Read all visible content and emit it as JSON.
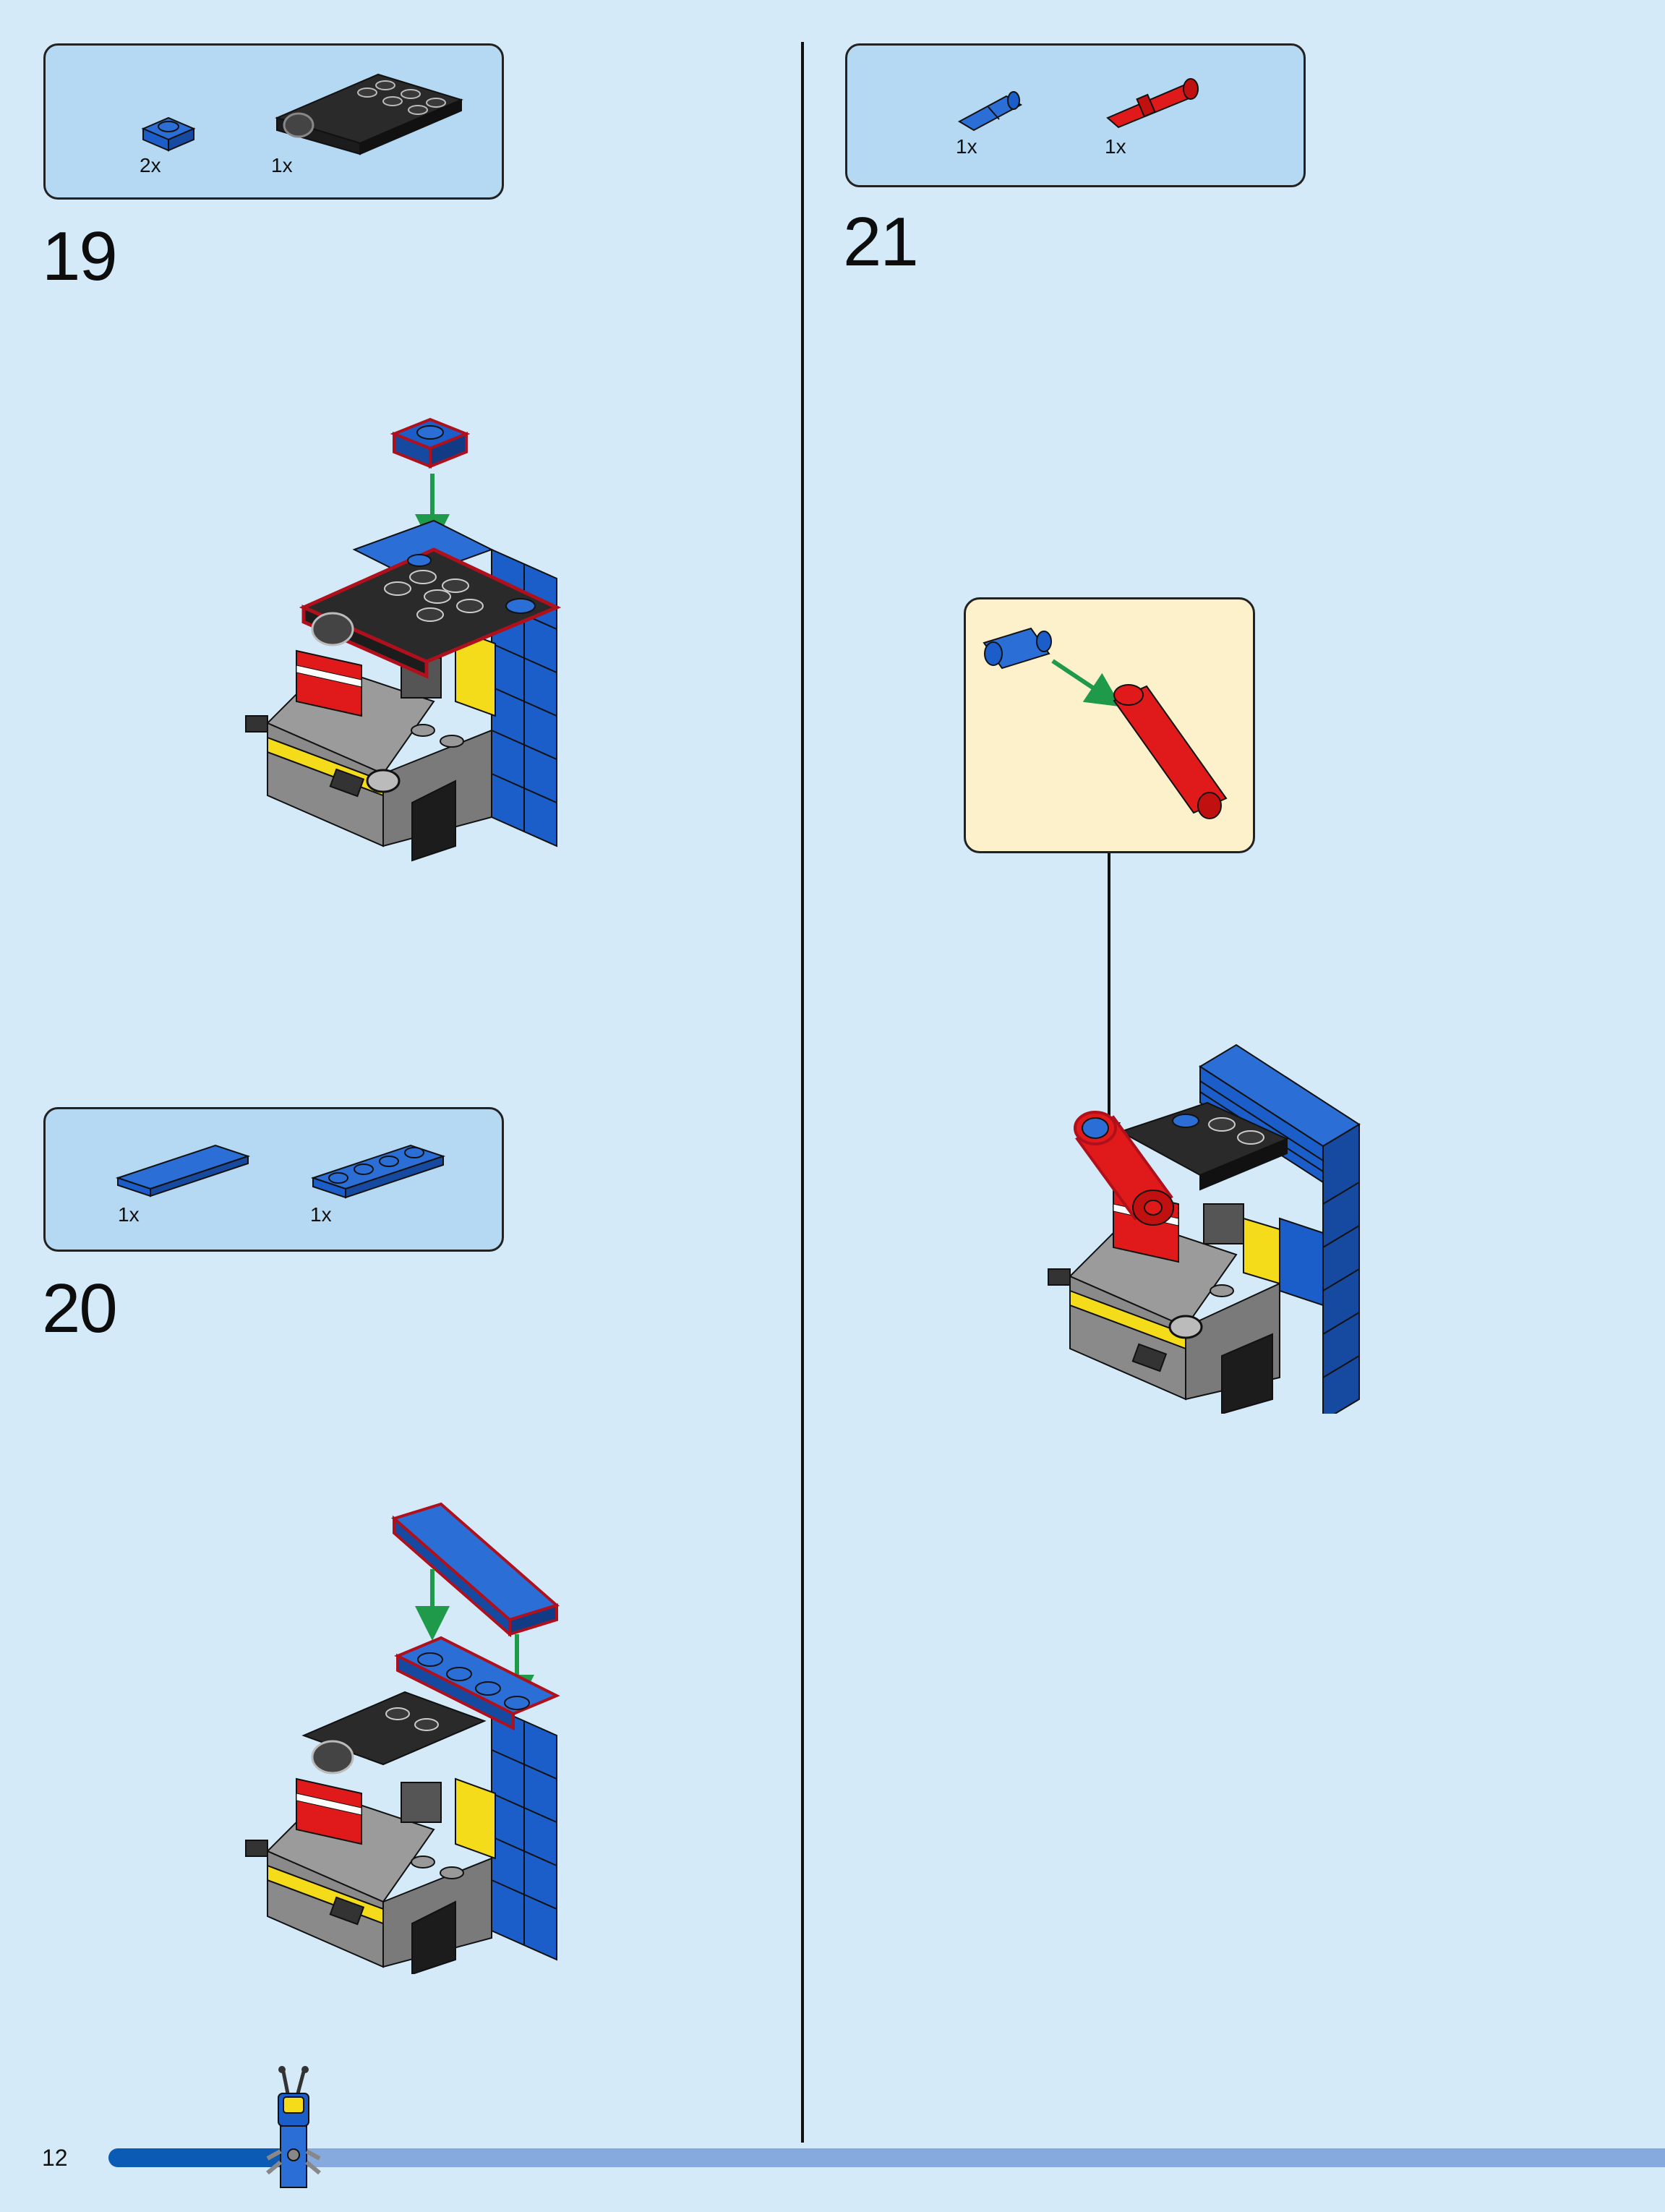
{
  "page": {
    "number": "12"
  },
  "steps": [
    {
      "number": "19",
      "parts": [
        {
          "qty": "2x",
          "icon": "blue-plate-1x1-icon"
        },
        {
          "qty": "1x",
          "icon": "black-curved-plate-icon"
        }
      ]
    },
    {
      "number": "20",
      "parts": [
        {
          "qty": "1x",
          "icon": "blue-tile-1x4-icon"
        },
        {
          "qty": "1x",
          "icon": "blue-plate-1x4-icon"
        }
      ]
    },
    {
      "number": "21",
      "parts": [
        {
          "qty": "1x",
          "icon": "blue-technic-axle-pin-icon"
        },
        {
          "qty": "1x",
          "icon": "red-technic-pin-icon"
        }
      ]
    }
  ],
  "colors": {
    "background": "#d4eaf8",
    "callout": "#b5d8f3",
    "subassembly": "#fdf1cc",
    "arrow": "#1f9a4a",
    "highlight": "#b0101c",
    "blue": "#1c5ec9",
    "red": "#e01a1a",
    "yellow": "#f5dc1a",
    "grey": "#9b9b9b",
    "black": "#1c1c1c"
  }
}
